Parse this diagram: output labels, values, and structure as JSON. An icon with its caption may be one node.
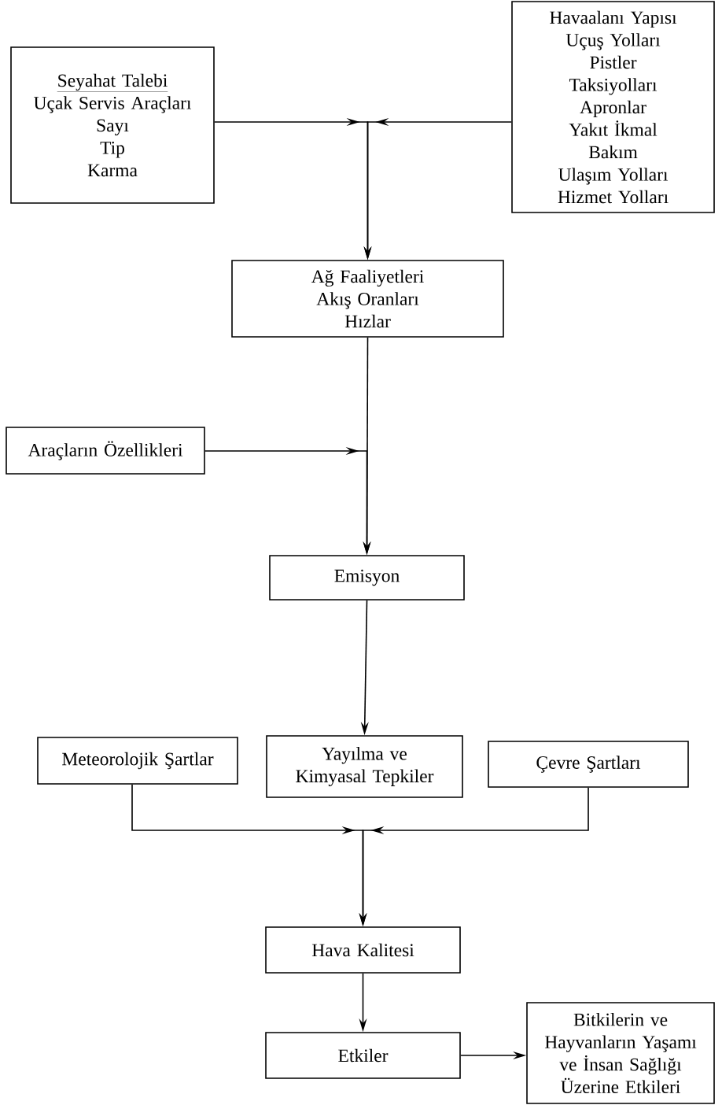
{
  "diagram": {
    "nodes": [
      {
        "text": [
          "Seyahat Talebi",
          "Uçak Servis Araçları",
          "Sayı",
          "Tip",
          "Karma"
        ]
      },
      {
        "text": [
          "Havaalanı Yapısı",
          "Uçuş Yolları",
          "Pistler",
          "Taksiyolları",
          "Apronlar",
          "Yakıt İkmal",
          "Bakım",
          "Ulaşım Yolları",
          "Hizmet Yolları"
        ]
      },
      {
        "text": [
          "Ağ Faaliyetleri",
          "Akış Oranları",
          "Hızlar"
        ]
      },
      {
        "text": [
          "Araçların Özellikleri"
        ]
      },
      {
        "text": [
          "Emisyon"
        ]
      },
      {
        "text": [
          "Meteorolojik Şartlar"
        ]
      },
      {
        "text": [
          "Yayılma ve Kimyasal Tepkiler"
        ]
      },
      {
        "text": [
          "Çevre Şartları"
        ]
      },
      {
        "text": [
          "Hava Kalitesi"
        ]
      },
      {
        "text": [
          "Etkiler"
        ]
      },
      {
        "text": [
          "Bitkilerin ve Hayvanların Yaşamı ve İnsan Sağlığı Üzerine Etkileri"
        ]
      }
    ],
    "edges": [
      {
        "from": 0,
        "to": 2,
        "arrow": "to"
      },
      {
        "from": 1,
        "to": 2,
        "arrow": "to"
      },
      {
        "from": 2,
        "to": 4,
        "arrow": "to"
      },
      {
        "from": 3,
        "to": 4,
        "arrow": "to"
      },
      {
        "from": 4,
        "to": 6,
        "arrow": "to"
      },
      {
        "from": 5,
        "to": 8,
        "arrow": "to"
      },
      {
        "from": 7,
        "to": 8,
        "arrow": "to"
      },
      {
        "from": 8,
        "to": 9,
        "arrow": "to"
      },
      {
        "from": 9,
        "to": 10,
        "arrow": "to"
      }
    ]
  }
}
